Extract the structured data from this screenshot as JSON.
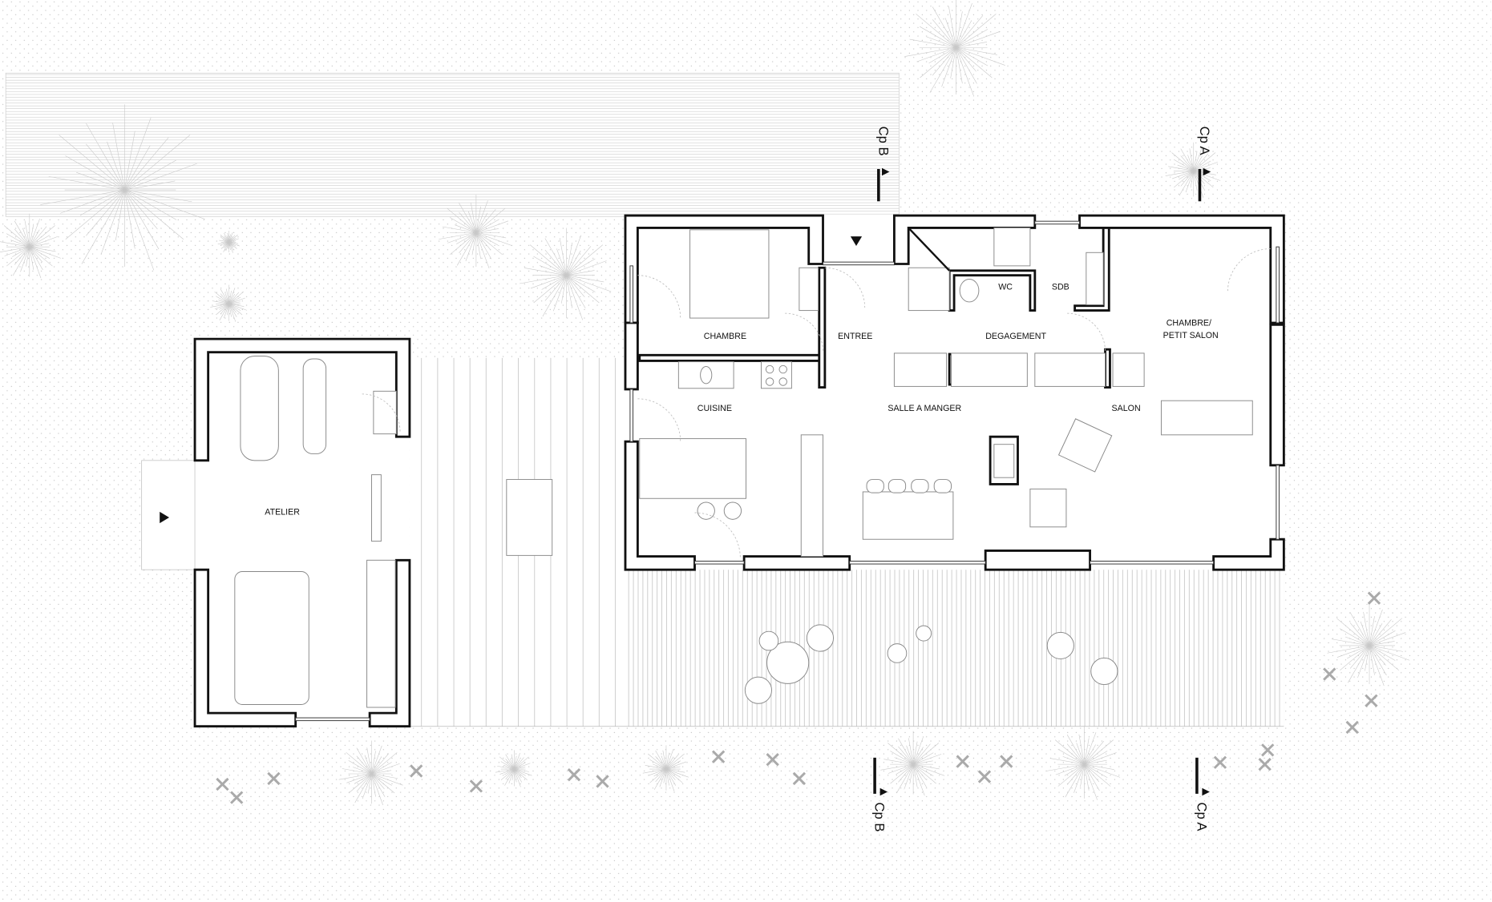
{
  "title": "Plan rez-de-chaussée",
  "rooms": {
    "chambre": "CHAMBRE",
    "entree": "ENTREE",
    "degagement": "DEGAGEMENT",
    "wc": "WC",
    "sdb": "SDB",
    "chambre_petit_salon_1": "CHAMBRE/",
    "chambre_petit_salon_2": "PETIT SALON",
    "cuisine": "CUISINE",
    "salle_a_manger": "SALLE A MANGER",
    "salon": "SALON",
    "atelier": "ATELIER"
  },
  "section_marks": {
    "cp_b": "Cp B",
    "cp_a": "Cp A"
  },
  "colors": {
    "wall": "#111111",
    "furniture": "#888888",
    "vegetation": "#bbbbbb",
    "background": "#ffffff"
  }
}
